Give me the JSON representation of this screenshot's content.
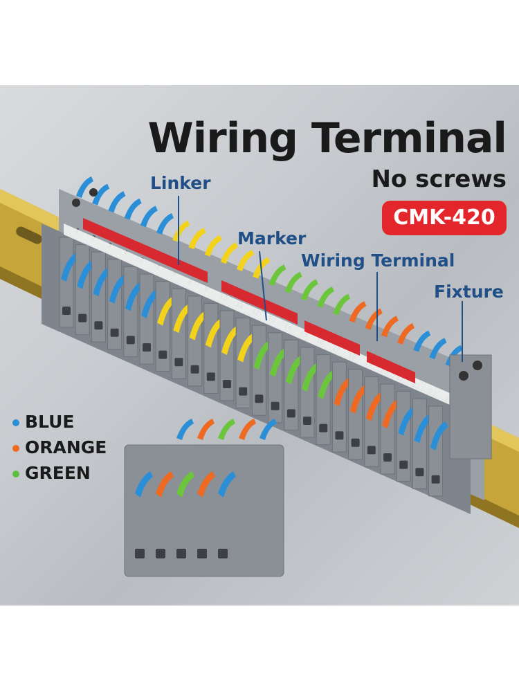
{
  "header": {
    "title": "Wiring Terminal",
    "subtitle": "No screws",
    "model": "CMK-420"
  },
  "callouts": {
    "linker": "Linker",
    "marker": "Marker",
    "wiring_terminal": "Wiring Terminal",
    "fixture": "Fixture"
  },
  "marker_numbers": [
    "1",
    "2",
    "3",
    "4",
    "5",
    "6",
    "7",
    "8",
    "9",
    "10",
    "11",
    "12",
    "13",
    "14",
    "15",
    "16",
    "17",
    "18",
    "19",
    "20",
    "21",
    "22",
    "23",
    "24"
  ],
  "legend": [
    {
      "label": "BLUE",
      "color": "#2b8fd8"
    },
    {
      "label": "ORANGE",
      "color": "#ee6a23"
    },
    {
      "label": "GREEN",
      "color": "#5cc13f"
    }
  ],
  "colors": {
    "blue": "#2b8fd8",
    "yellow": "#f2d21b",
    "green": "#6cc63c",
    "orange": "#ee6a23",
    "linker_red": "#d62a30",
    "rail": "#c9a733",
    "terminal_gray": "#8e9399"
  }
}
